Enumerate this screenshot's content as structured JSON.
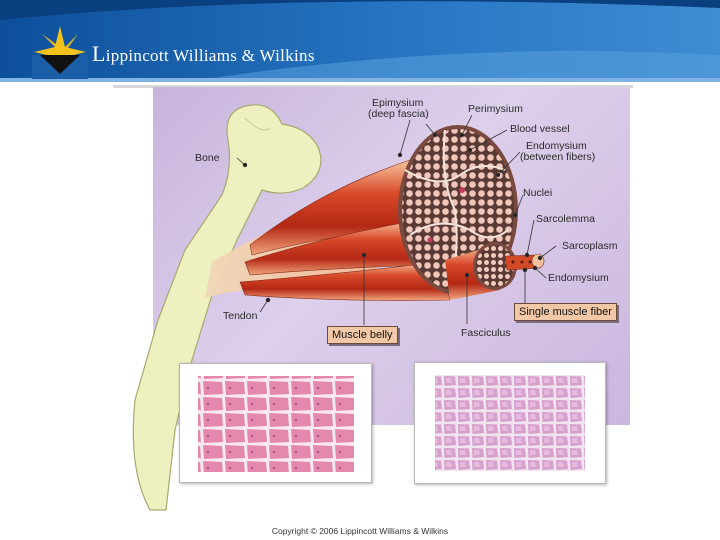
{
  "header": {
    "brand_line1_cap": "L",
    "brand_text": "ippincott Williams & Wilkins"
  },
  "labels": {
    "epimysium": "Epimysium",
    "deep_fascia": "(deep fascia)",
    "perimysium": "Perimysium",
    "blood_vessel": "Blood vessel",
    "endomysium_top": "Endomysium",
    "between_fibers": "(between fibers)",
    "bone": "Bone",
    "nuclei": "Nuclei",
    "sarcolemma": "Sarcolemma",
    "sarcoplasm": "Sarcoplasm",
    "endomysium_bottom": "Endomysium",
    "single_muscle_fiber": "Single muscle fiber",
    "tendon": "Tendon",
    "muscle_belly": "Muscle belly",
    "fasciculus": "Fasciculus"
  },
  "footer": {
    "copyright": "Copyright © 2006 Lippincott Williams & Wilkins"
  },
  "colors": {
    "header_blue": "#1a5ea8",
    "header_light": "#4f93d3",
    "panel_purple": "#cbb8de",
    "bone": "#eef0bf",
    "muscle_red": "#c8321c",
    "histology_pink": "#e48fb0",
    "histology_light": "#d9a6d0"
  }
}
